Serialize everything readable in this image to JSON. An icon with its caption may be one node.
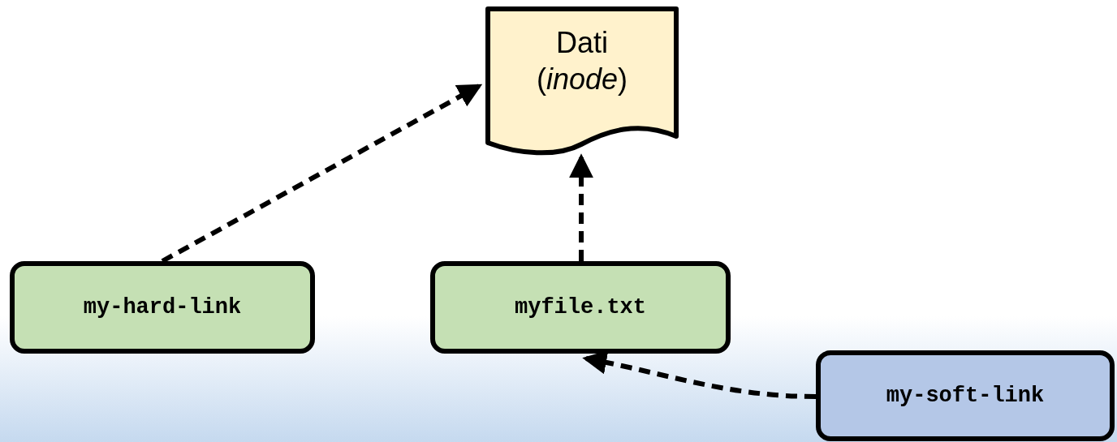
{
  "diagram": {
    "nodes": [
      {
        "text": [
          "Dati (*inode*)"
        ]
      },
      {
        "text": [
          "my-hard-link"
        ]
      },
      {
        "text": [
          "myfile.txt"
        ]
      },
      {
        "text": [
          "my-soft-link"
        ]
      }
    ],
    "edges": [
      {
        "from": 1,
        "to": 0,
        "arrow": "to",
        "style": "dashed"
      },
      {
        "from": 2,
        "to": 0,
        "arrow": "to",
        "style": "dashed"
      },
      {
        "from": 3,
        "to": 2,
        "arrow": "to",
        "style": "dashed"
      }
    ]
  }
}
